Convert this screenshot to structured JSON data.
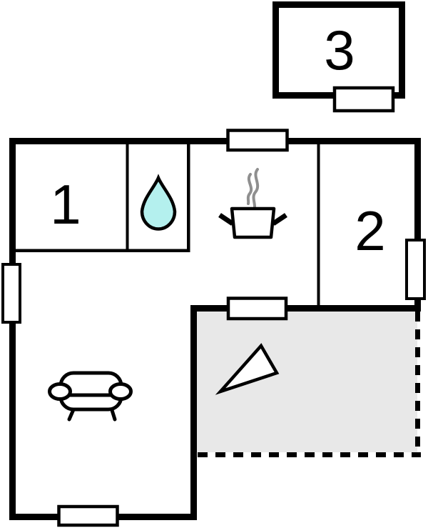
{
  "plan": {
    "rooms": [
      {
        "label": "1"
      },
      {
        "label": "2"
      },
      {
        "label": "3"
      }
    ],
    "colors": {
      "wall": "#000000",
      "background": "#ffffff",
      "terrace": "#e8e8e8",
      "water_drop": "#b4f0ee",
      "steam": "#8f8f8f"
    },
    "icons": {
      "bathroom": "water-drop-icon",
      "kitchen": "cooking-pot-icon",
      "living_room": "sofa-icon",
      "terrace": "north-arrow-icon"
    }
  }
}
